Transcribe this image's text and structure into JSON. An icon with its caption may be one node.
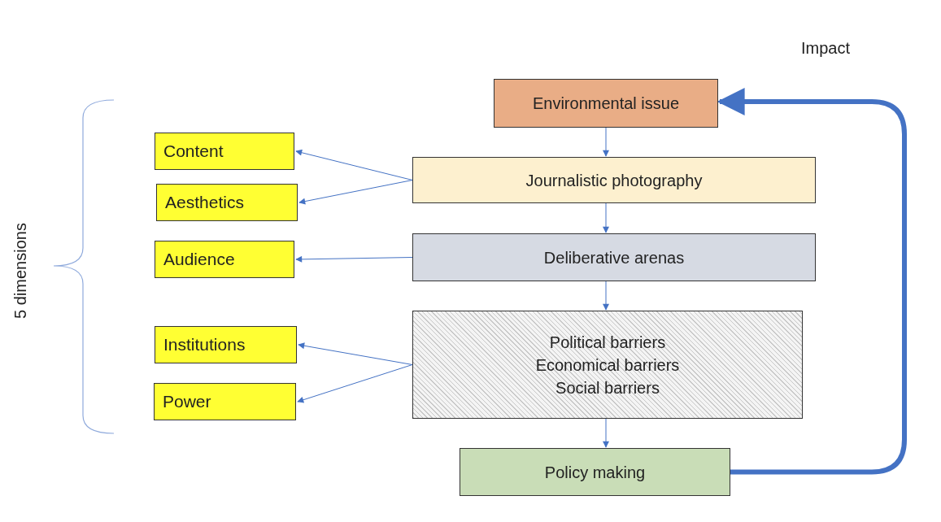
{
  "diagram": {
    "nodes": [
      {
        "text": [
          "Environmental issue"
        ]
      },
      {
        "text": [
          "Journalistic photography"
        ]
      },
      {
        "text": [
          "Deliberative arenas"
        ]
      },
      {
        "text": [
          "Political barriers",
          "Economical barriers",
          "Social barriers"
        ]
      },
      {
        "text": [
          "Policy making"
        ]
      },
      {
        "text": [
          "Content"
        ]
      },
      {
        "text": [
          "Aesthetics"
        ]
      },
      {
        "text": [
          "Audience"
        ]
      },
      {
        "text": [
          "Institutions"
        ]
      },
      {
        "text": [
          "Power"
        ]
      }
    ],
    "edges": [
      {
        "from": 0,
        "to": 1,
        "arrow": "to"
      },
      {
        "from": 1,
        "to": 2,
        "arrow": "to"
      },
      {
        "from": 2,
        "to": 3,
        "arrow": "to"
      },
      {
        "from": 3,
        "to": 4,
        "arrow": "to"
      },
      {
        "from": 1,
        "to": 5,
        "arrow": "to"
      },
      {
        "from": 1,
        "to": 6,
        "arrow": "to"
      },
      {
        "from": 2,
        "to": 7,
        "arrow": "to"
      },
      {
        "from": 3,
        "to": 8,
        "arrow": "to"
      },
      {
        "from": 3,
        "to": 9,
        "arrow": "to"
      },
      {
        "from": 4,
        "to": 0,
        "arrow": "to",
        "style": "thick"
      }
    ],
    "labels": [
      "Impact",
      "5 dimensions"
    ]
  }
}
